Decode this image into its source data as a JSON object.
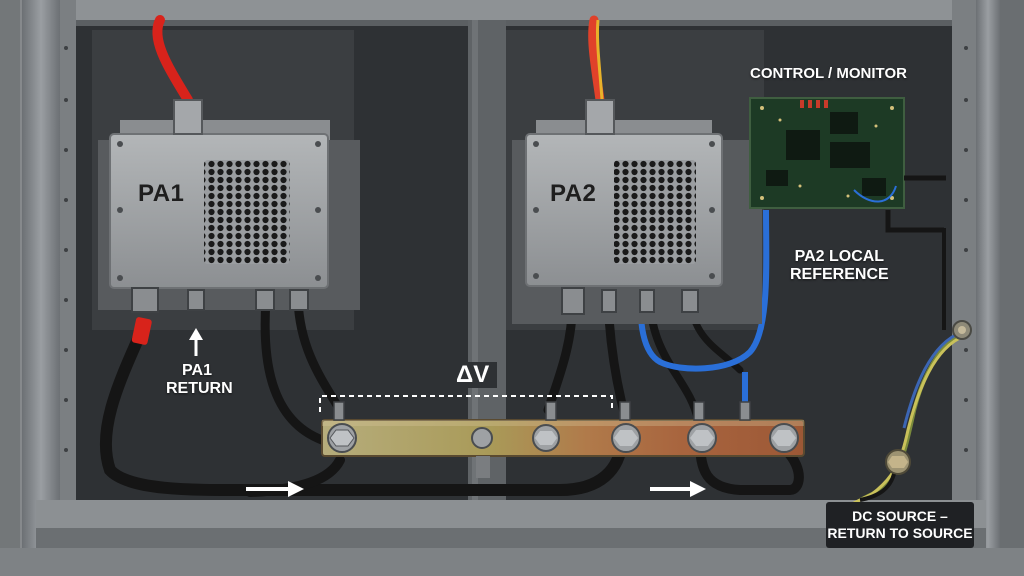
{
  "pa1": {
    "name": "PA1"
  },
  "pa2": {
    "name": "PA2"
  },
  "labels": {
    "control_monitor": "CONTROL / MONITOR",
    "pa2_local_reference": {
      "line1": "PA2 LOCAL",
      "line2": "REFERENCE"
    },
    "pa1_return": {
      "line1": "PA1",
      "line2": "RETURN"
    },
    "delta_v": "ΔV",
    "dc_source": {
      "line1": "DC SOURCE –",
      "line2": "RETURN TO SOURCE"
    }
  },
  "colors": {
    "cabinet_back": "#2e3134",
    "frame": "#8a8e92",
    "enclosure": "#9c9fa2",
    "red_cable": "#d8231b",
    "black_cable": "#151515",
    "blue_cable": "#2a6fd8",
    "copper": "#b06a3e",
    "pcb": "#1d3a25"
  }
}
